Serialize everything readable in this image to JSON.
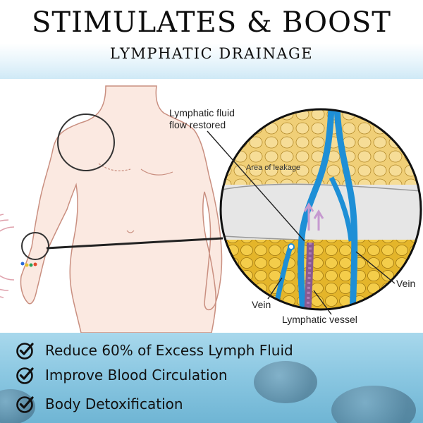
{
  "header": {
    "title": "STIMULATES & BOOST",
    "subtitle": "LYMPHATIC DRAINAGE"
  },
  "illustration": {
    "labels": {
      "fluid_line1": "Lymphatic fluid",
      "fluid_line2": "flow restored",
      "leakage": "Area of leakage",
      "vein_right": "Vein",
      "vein_left": "Vein",
      "vessel": "Lymphatic vessel"
    },
    "colors": {
      "vein": "#1e8fd6",
      "fat": "#f2cc4b",
      "lymph_vessel": "#8a5a8f",
      "skin": "#fbe9e1"
    }
  },
  "benefits": {
    "icon": "check-circle-icon",
    "items": [
      "Reduce 60% of Excess Lymph Fluid",
      "Improve Blood Circulation",
      "Body Detoxification"
    ]
  }
}
